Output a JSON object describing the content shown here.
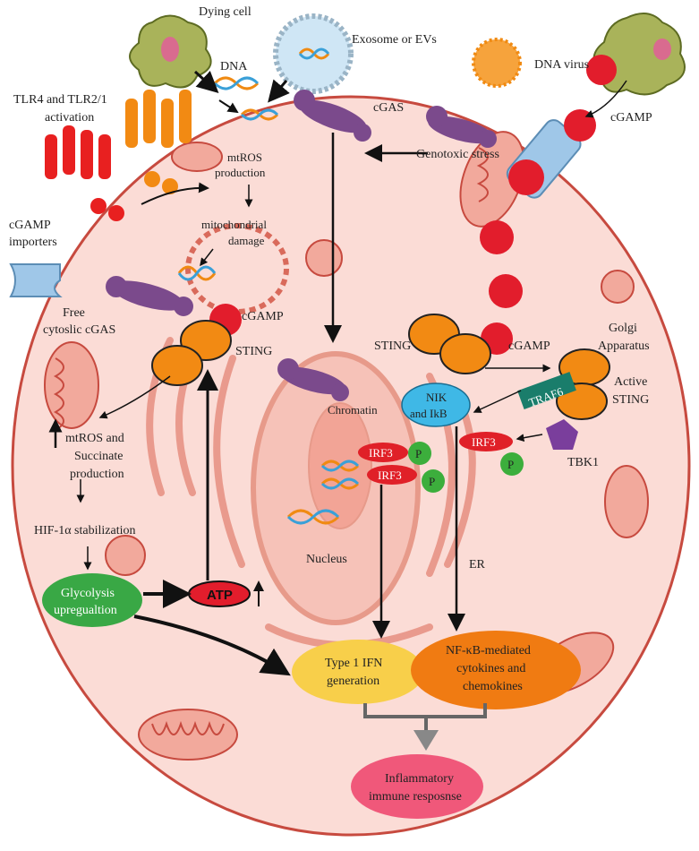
{
  "labels": {
    "dying_cell": "Dying cell",
    "dna": "DNA",
    "exosome": "Exosome or EVs",
    "dna_virus": "DNA virus",
    "cgas_top": "cGAS",
    "cgamp_top": "cGAMP",
    "tlr_line1": "TLR4 and TLR2/1",
    "tlr_line2": "activation",
    "genotoxic": "Genotoxic stress",
    "mtros_prod_1": "mtROS",
    "mtros_prod_2": "production",
    "mito_damage_1": "mitochondrial",
    "mito_damage_2": "damage",
    "importers_1": "cGAMP",
    "importers_2": "importers",
    "free_cgas_1": "Free",
    "free_cgas_2": "cytoslic cGAS",
    "cgamp_left": "cGAMP",
    "sting_left": "STING",
    "sting_right": "STING",
    "cgamp_right": "cGAMP",
    "golgi_1": "Golgi",
    "golgi_2": "Apparatus",
    "active_sting_1": "Active",
    "active_sting_2": "STING",
    "traf6": "TRAF6",
    "nik_1": "NIK",
    "nik_2": "and IkB",
    "chromatin": "Chromatin",
    "irf3_a": "IRF3",
    "irf3_b": "IRF3",
    "irf3_c": "IRF3",
    "p_a": "P",
    "p_b": "P",
    "p_c": "P",
    "tbk1": "TBK1",
    "mtros_succ_1": "mtROS and",
    "mtros_succ_2": "Succinate",
    "mtros_succ_3": "production",
    "hif": "HIF-1α stabilization",
    "glyco_1": "Glycolysis",
    "glyco_2": "upregualtion",
    "atp": "ATP",
    "nucleus": "Nucleus",
    "er": "ER",
    "ifn_1": "Type 1 IFN",
    "ifn_2": "generation",
    "nfkb_1": "NF-κB-mediated",
    "nfkb_2": "cytokines and",
    "nfkb_3": "chemokines",
    "inflam_1": "Inflammatory",
    "inflam_2": "immune resposnse"
  },
  "colors": {
    "cell_fill": "#fbdcd6",
    "cell_stroke": "#c74a3f",
    "nucleus_fill": "#f6c2b8",
    "sting_orange": "#f28a13",
    "cgas_purple": "#7b4a8c",
    "cgamp_red": "#e21d2c",
    "irf3_red": "#e02028",
    "p_green": "#3cae3c",
    "nik_blue": "#3fb8e6",
    "traf6_teal": "#1a7d6b",
    "tbk1_purple": "#7a3e9c",
    "glyco_green": "#39a845",
    "ifn_yellow": "#f8cf4a",
    "nfkb_orange": "#f07b12",
    "inflam_pink": "#f0587a"
  }
}
